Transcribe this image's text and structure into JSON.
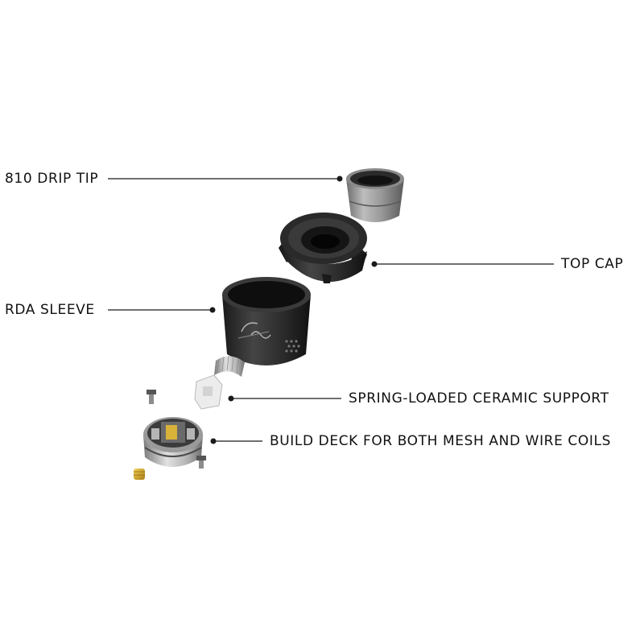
{
  "labels": {
    "drip_tip": "810 DRIP TIP",
    "top_cap": "TOP CAP",
    "rda_sleeve": "RDA SLEEVE",
    "ceramic_support": "SPRING-LOADED CERAMIC SUPPORT",
    "build_deck": "BUILD DECK FOR BOTH MESH AND WIRE COILS"
  },
  "colors": {
    "leader_line": "#1a1a1a",
    "text": "#111111"
  }
}
